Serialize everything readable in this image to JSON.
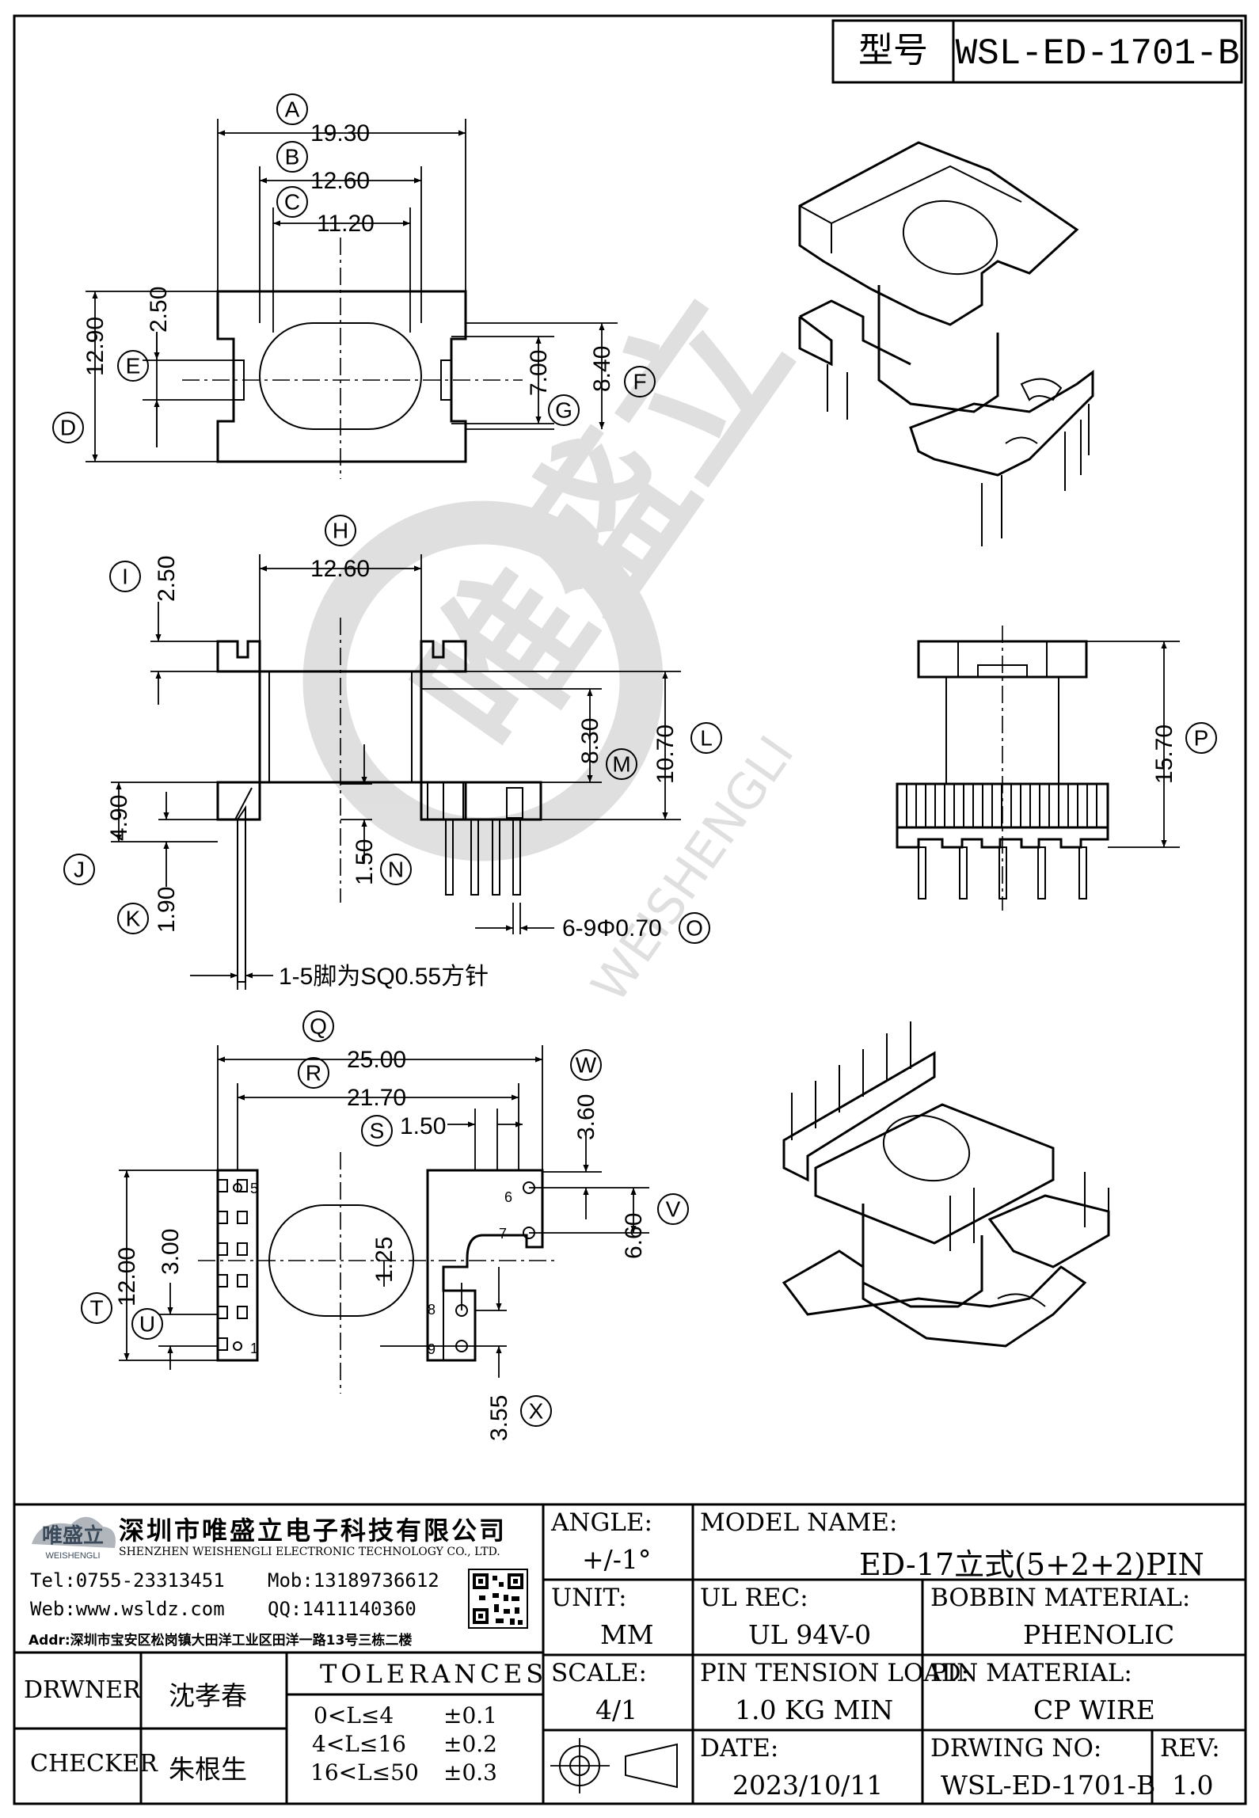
{
  "header": {
    "model_label": "型号",
    "model_no": "WSL-ED-1701-B"
  },
  "labels": {
    "A": "A",
    "B": "B",
    "C": "C",
    "D": "D",
    "E": "E",
    "F": "F",
    "G": "G",
    "H": "H",
    "I": "I",
    "J": "J",
    "K": "K",
    "L": "L",
    "M": "M",
    "N": "N",
    "O": "O",
    "P": "P",
    "Q": "Q",
    "R": "R",
    "S": "S",
    "T": "T",
    "U": "U",
    "V": "V",
    "W": "W",
    "X": "X"
  },
  "dims": {
    "A": "19.30",
    "B": "12.60",
    "C": "11.20",
    "D": "12.90",
    "E": "2.50",
    "F": "8.40",
    "G": "7.00",
    "H": "12.60",
    "I": "2.50",
    "J": "4.90",
    "K": "1.90",
    "L": "10.70",
    "M": "8.30",
    "N": "1.50",
    "O": "6-9Φ0.70",
    "P": "15.70",
    "Q": "25.00",
    "R": "21.70",
    "S": "1.50",
    "T": "12.00",
    "U": "3.00",
    "V": "6.60",
    "W": "3.60",
    "X": "3.55",
    "inner": "1.25"
  },
  "notes": {
    "pin_note": "1-5脚为SQ0.55方针"
  },
  "pins": [
    "1",
    "5",
    "6",
    "7",
    "8",
    "9"
  ],
  "watermark": {
    "cn": "唯盛立",
    "en": "WEISHENGLI"
  },
  "company": {
    "logo_cn": "唯盛立",
    "logo_en": "WEISHENGLI",
    "name_cn": "深圳市唯盛立电子科技有限公司",
    "name_en": "SHENZHEN WEISHENGLI ELECTRONIC TECHNOLOGY CO., LTD.",
    "tel": "Tel:0755-23313451",
    "mob": "Mob:13189736612",
    "web": "Web:www.wsldz.com",
    "qq": "QQ:1411140360",
    "addr": "Addr:深圳市宝安区松岗镇大田洋工业区田洋一路13号三栋二楼"
  },
  "title_block": {
    "drawer_label": "DRWNER",
    "drawer": "沈孝春",
    "checker_label": "CHECKER",
    "checker": "朱根生",
    "tolerances_label": "TOLERANCES",
    "tol_rows": [
      {
        "range": "0<L≤4",
        "tol": "±0.1"
      },
      {
        "range": "4<L≤16",
        "tol": "±0.2"
      },
      {
        "range": "16<L≤50",
        "tol": "±0.3"
      }
    ],
    "angle_label": "ANGLE:",
    "angle": "+/-1°",
    "unit_label": "UNIT:",
    "unit": "MM",
    "scale_label": "SCALE:",
    "scale": "4/1",
    "model_name_label": "MODEL NAME:",
    "model_name": "ED-17立式(5+2+2)PIN",
    "ul_label": "UL REC:",
    "ul": "UL 94V-0",
    "bobbin_label": "BOBBIN MATERIAL:",
    "bobbin": "PHENOLIC",
    "tension_label": "PIN TENSION LOAD:",
    "tension": "1.0 KG MIN",
    "pin_mat_label": "PIN MATERIAL:",
    "pin_mat": "CP WIRE",
    "date_label": "DATE:",
    "date": "2023/10/11",
    "drwing_label": "DRWING NO:",
    "drwing": "WSL-ED-1701-B",
    "rev_label": "REV:",
    "rev": "1.0"
  }
}
